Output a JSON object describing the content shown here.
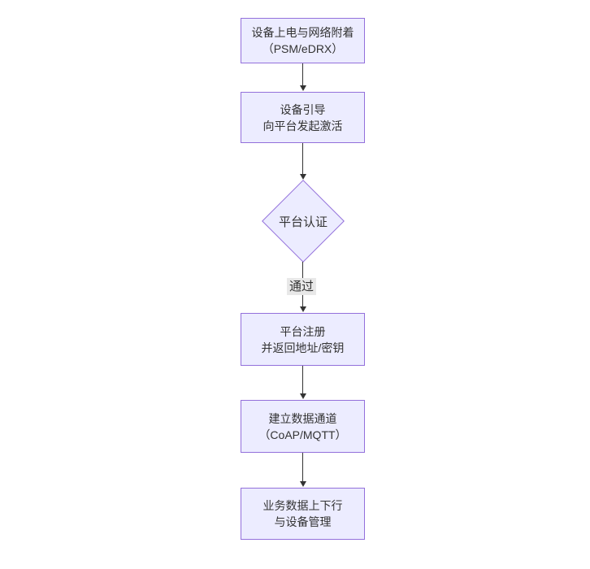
{
  "flow": {
    "type": "flowchart-top-down",
    "colors": {
      "background": "#ffffff",
      "node_fill": "#ECECFF",
      "node_border": "#9370DB",
      "text": "#333333",
      "arrow": "#333333",
      "edge_label_bg": "#e8e8e8"
    },
    "nodes": [
      {
        "name": "power-attach",
        "shape": "rect",
        "lines": [
          "设备上电与网络附着",
          "（PSM/eDRX）"
        ]
      },
      {
        "name": "bootstrap",
        "shape": "rect",
        "lines": [
          "设备引导",
          "向平台发起激活"
        ]
      },
      {
        "name": "platform-auth",
        "shape": "diamond",
        "lines": [
          "平台认证"
        ]
      },
      {
        "name": "platform-register",
        "shape": "rect",
        "lines": [
          "平台注册",
          "并返回地址/密钥"
        ]
      },
      {
        "name": "data-channel",
        "shape": "rect",
        "lines": [
          "建立数据通道",
          "（CoAP/MQTT）"
        ]
      },
      {
        "name": "business-data",
        "shape": "rect",
        "lines": [
          "业务数据上下行",
          "与设备管理"
        ]
      }
    ],
    "edges": [
      {
        "from": "power-attach",
        "to": "bootstrap",
        "label": ""
      },
      {
        "from": "bootstrap",
        "to": "platform-auth",
        "label": ""
      },
      {
        "from": "platform-auth",
        "to": "platform-register",
        "label": "通过"
      },
      {
        "from": "platform-register",
        "to": "data-channel",
        "label": ""
      },
      {
        "from": "data-channel",
        "to": "business-data",
        "label": ""
      }
    ],
    "edge_label": "通过"
  }
}
